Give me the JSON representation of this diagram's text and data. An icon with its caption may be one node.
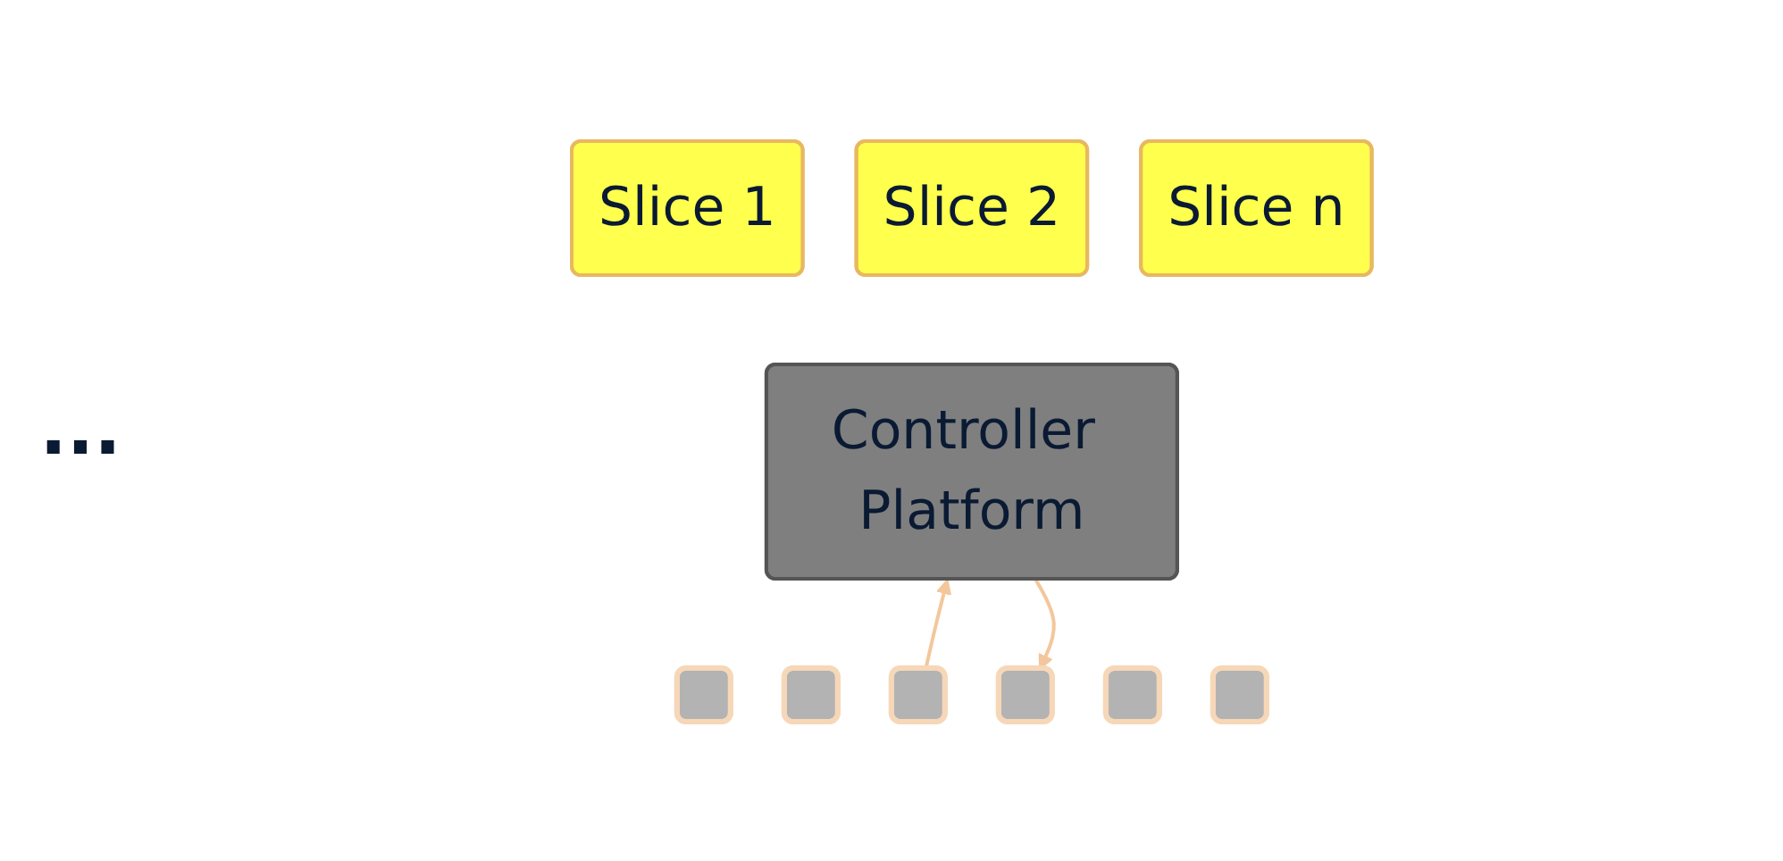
{
  "diagram": {
    "nodes": [
      {
        "text": [
          "Slice 1"
        ]
      },
      {
        "text": [
          "Slice 2"
        ]
      },
      {
        "text": [
          "Slice n"
        ]
      },
      {
        "text": [
          "Controller Platform"
        ]
      },
      {
        "text": [],
        "shape": "box"
      },
      {
        "text": [],
        "shape": "box"
      },
      {
        "text": [],
        "shape": "box"
      },
      {
        "text": [],
        "shape": "box"
      },
      {
        "text": [],
        "shape": "box"
      },
      {
        "text": [],
        "shape": "box"
      }
    ],
    "edges": [
      {
        "from": 6,
        "to": 3,
        "arrow": "to"
      },
      {
        "from": 3,
        "to": 7,
        "arrow": "to"
      }
    ],
    "labels": [
      "..."
    ]
  }
}
